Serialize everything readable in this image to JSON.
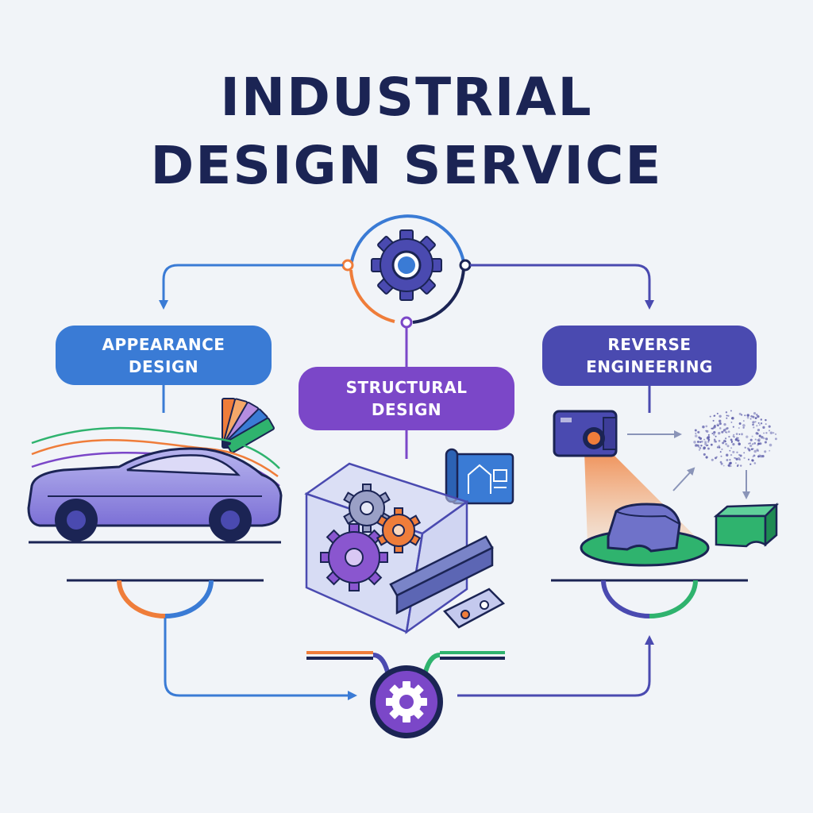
{
  "title": {
    "line1": "INDUSTRIAL",
    "line2": "DESIGN SERVICE"
  },
  "nodes": [
    {
      "id": "appearance",
      "line1": "APPEARANCE",
      "line2": "DESIGN",
      "color": "#3a7bd5"
    },
    {
      "id": "structural",
      "line1": "STRUCTURAL",
      "line2": "DESIGN",
      "color": "#7b47c8"
    },
    {
      "id": "reverse",
      "line1": "REVERSE",
      "line2": "ENGINEERING",
      "color": "#4a4ab0"
    }
  ],
  "colors": {
    "background": "#f1f4f8",
    "title": "#1b2454",
    "orange": "#ef7d3a",
    "green": "#2fb36e",
    "navy": "#1b2454",
    "connector_blue": "#3a7bd5",
    "connector_indigo": "#4a4ab0",
    "connector_purple": "#7b47c8"
  },
  "icons": [
    "gear-icon",
    "color-swatch-icon",
    "car-icon",
    "blueprint-icon",
    "gearbox-assembly-icon",
    "scanner-camera-icon",
    "point-cloud-icon",
    "scanned-object-icon",
    "solid-model-icon",
    "bottom-gear-icon"
  ]
}
